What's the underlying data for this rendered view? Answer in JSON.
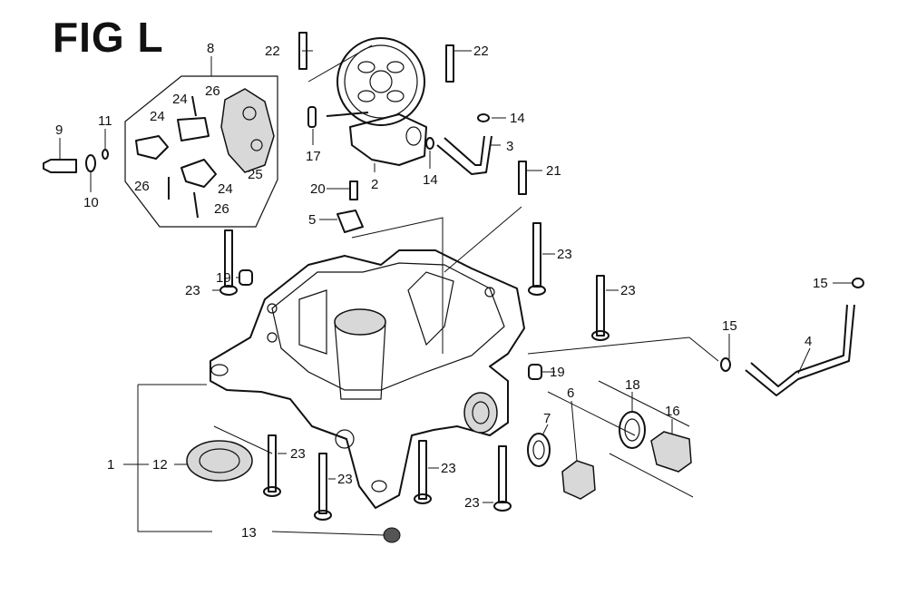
{
  "figure": {
    "title": "FIG L"
  },
  "callouts": [
    {
      "id": "c1",
      "label": "1"
    },
    {
      "id": "c2",
      "label": "2"
    },
    {
      "id": "c3",
      "label": "3"
    },
    {
      "id": "c4",
      "label": "4"
    },
    {
      "id": "c5",
      "label": "5"
    },
    {
      "id": "c6",
      "label": "6"
    },
    {
      "id": "c7",
      "label": "7"
    },
    {
      "id": "c8",
      "label": "8"
    },
    {
      "id": "c9",
      "label": "9"
    },
    {
      "id": "c10",
      "label": "10"
    },
    {
      "id": "c11",
      "label": "11"
    },
    {
      "id": "c12",
      "label": "12"
    },
    {
      "id": "c13",
      "label": "13"
    },
    {
      "id": "c14a",
      "label": "14"
    },
    {
      "id": "c14b",
      "label": "14"
    },
    {
      "id": "c15a",
      "label": "15"
    },
    {
      "id": "c15b",
      "label": "15"
    },
    {
      "id": "c16",
      "label": "16"
    },
    {
      "id": "c17",
      "label": "17"
    },
    {
      "id": "c18",
      "label": "18"
    },
    {
      "id": "c19a",
      "label": "19"
    },
    {
      "id": "c19b",
      "label": "19"
    },
    {
      "id": "c20",
      "label": "20"
    },
    {
      "id": "c21",
      "label": "21"
    },
    {
      "id": "c22a",
      "label": "22"
    },
    {
      "id": "c22b",
      "label": "22"
    },
    {
      "id": "c23a",
      "label": "23"
    },
    {
      "id": "c23b",
      "label": "23"
    },
    {
      "id": "c23c",
      "label": "23"
    },
    {
      "id": "c23d",
      "label": "23"
    },
    {
      "id": "c23e",
      "label": "23"
    },
    {
      "id": "c23f",
      "label": "23"
    },
    {
      "id": "c23g",
      "label": "23"
    },
    {
      "id": "c24a",
      "label": "24"
    },
    {
      "id": "c24b",
      "label": "24"
    },
    {
      "id": "c24c",
      "label": "24"
    },
    {
      "id": "c25",
      "label": "25"
    },
    {
      "id": "c26a",
      "label": "26"
    },
    {
      "id": "c26b",
      "label": "26"
    },
    {
      "id": "c26c",
      "label": "26"
    }
  ]
}
